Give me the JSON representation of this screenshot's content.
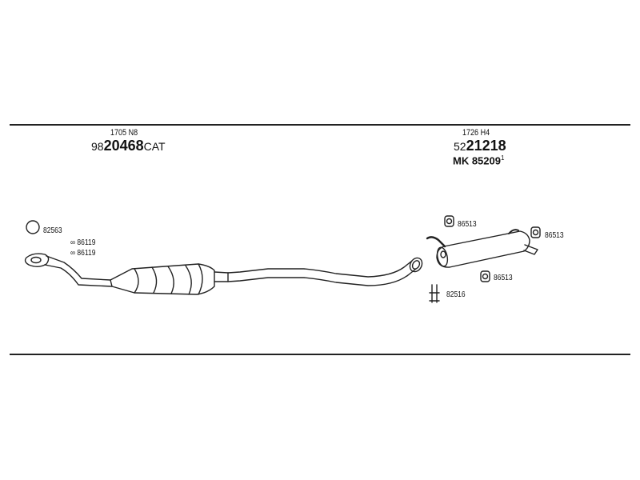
{
  "left_section": {
    "title": "1705 N8",
    "part_prefix": "98",
    "part_main": "20468",
    "part_suffix": "CAT",
    "ring_code": "82563",
    "clamp_codes": [
      "86119",
      "86119"
    ],
    "clamp_glyph": "∞"
  },
  "right_section": {
    "title": "1726 H4",
    "part_prefix": "52",
    "part_main": "21218",
    "kit_label": "MK 85209",
    "kit_sup": "1",
    "mount_codes": [
      "86513",
      "86513",
      "86513"
    ],
    "bracket_code": "82516"
  }
}
